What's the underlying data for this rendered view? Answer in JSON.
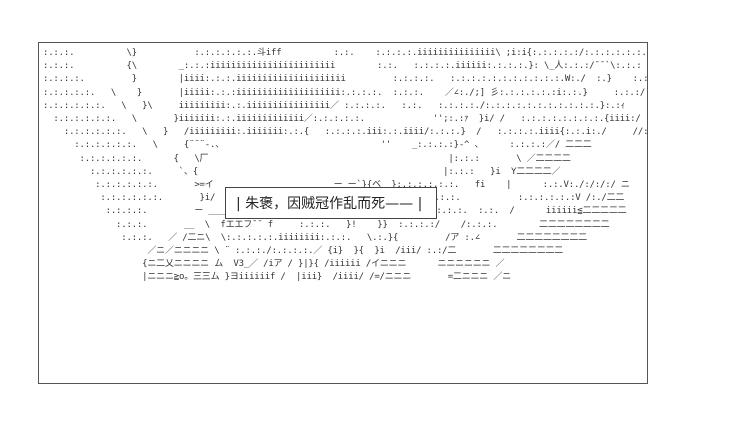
{
  "caption": "| 朱褒，因贼冠作乱而死——  |",
  "art_lines": [
    ":.:.:.          \\}           :.:.:.:.:.:.斗iff          :.:.    :.:.:.:.iiiiiiiiiiiiiii\\ ;i:i{:.:.:.:.:/:.:.:.:.:.:.:.   :.:.:.:.:./:.:.",
    ":.:.:.          {\\        _:.:.:iiiiiiiiiiiiiiiiiiiiiiii        :.:.   :.:.:.:.iiiiii:.:.:.:.}: \\_人:.:.:/¯¯`\\:.:.:   :.:./:.:.:.:.{:.:.:.",
    ":.:.:.:.         }        |iiii:.:.:.iiiiiiiiiiiiiiiiiiiii         :.:.:.:.   :.:.:.:.:.:.:.:.:.:.:.W:./  :.}    :.:/:.:.:.:.:{:.:/",
    ":.:.:.:.:.   \\    }       |iiiii:.:.:iiiiiiiiiiiiiiiiiiii:.:.:.:.  :.:.:.    ／∠:./;] 彡:.:.:.:.:.:i:.:.}     :.:.:/:.:.:.:.:.:/:./",
    ":.:.:.:.:.:.   \\   }\\     iiiiiiiii:.:.iiiiiiiiiiiiiiii／ :.:.:.:.   :.:.   :.:.:.:./:.:.:.:.:.:.:.:.:.:.:.}:.:ｨ     :.:.:/:.:.:.:.:.:/:/二",
    "  :.:.:.:.:.:.   \\       }iiiiiii:.:.iiiiiiiiiiiii／:.:.:.:.:.             '';:.:ｧ  }i/ /   :.:.:.:.:.:.:.:.{iiii:/    :.:/:／:./:.:.:/=二",
    "    :.:.:.:.:.:.   \\   }   /iiiiiiiii:.iiiiiii:.:.{   :.:.:.:.iii:.:.iiii/:.:.:.}  /   :.:.:.:.iiii{:.:.i:./     //:.:./:/二二二",
    "      :.:.:.:.:.:.   \\     {¨¨¨-.、                              ''    _:.:.:.:}-^ 、     :.:.:.:／/ 二二二",
    "       :.:.:.:.:.:.      {   \\厂                                              |:.:.:       \\ ／二二二二",
    "         :.:.:.:.:.:.     `、{                                               |:.:.:   }i  Y二二二二／",
    "          :.:.:.:.:.:.       >=イ                       ー ー`}{ベ  }:.:.:.:.:.:.   fi    |      :.:.V:./:/:/:/ ニ",
    "           :.:.:.:.:.:.       }i/    iiiiii              ¨¨'.  '\\   :.:.:/:.:.:.           :.:.:.:.:.:V /:./二二",
    "            :.:.:.:.         ー ____,,,,,,,,,,,,,,,,____,斗     ''';:.:.\\ \\ :.:.:.  :.:.  /      iiiiii≦二二二二二",
    "              :.:.:.       __  \\  fエエフ¯¯ f     :.:.:.   }!    }}  :.:.:.:/    /:.:.:.        二二二二二二二二",
    "               :.:.:.   ／ /二ニ\\  \\:.:.:.:.:.iiiiiiii:.:.:.   \\.:.}{         /ア :.∠       二二二二二二二二",
    "                    ／ニ／ニニニニ \\ ¨ :.:.:./:.:.:.:.／ {i}  }{  }i  /iii/ :.:/二       二二二二二二二二",
    "                   {ニ二乂ニニニニ ム  V3_／ /iア / }|}{ /iiiiii /イニニニ      ニニニニニニ ／",
    "                   |ニニニ≧o。三三ム }ヨiiiiiif /  |iii}  /iiii/ /=/ニニニ       =二ニニニ ／ニ"
  ],
  "colors": {
    "background": "#ffffff",
    "art": "#333333",
    "border": "#555555"
  }
}
